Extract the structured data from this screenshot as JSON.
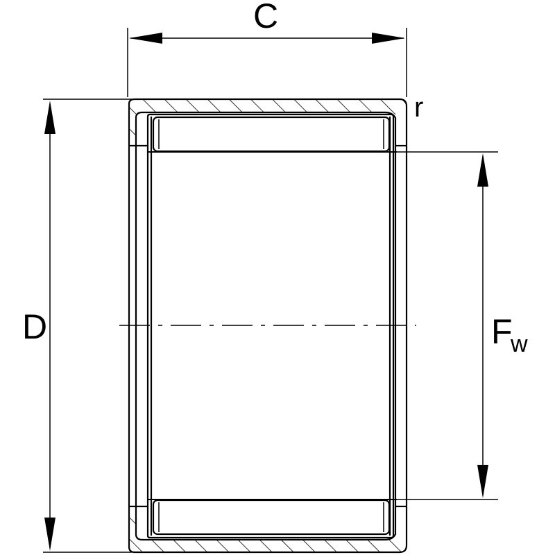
{
  "labels": {
    "width": "C",
    "outer_diameter": "D",
    "radius": "r",
    "inner_diameter_main": "F",
    "inner_diameter_sub": "w"
  },
  "colors": {
    "line": "#000000",
    "background": "#ffffff"
  }
}
